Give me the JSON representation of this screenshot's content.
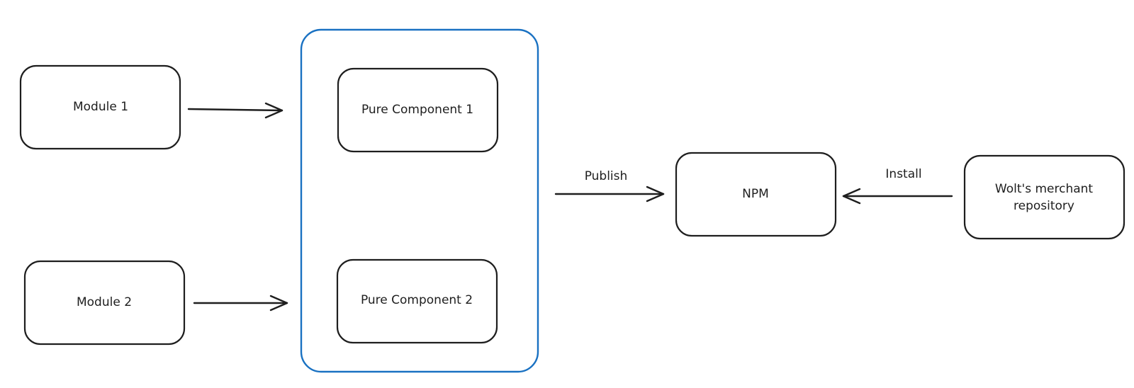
{
  "diagram": {
    "nodes": {
      "module1": {
        "label": "Module 1"
      },
      "module2": {
        "label": "Module 2"
      },
      "pure1": {
        "label": "Pure Component 1"
      },
      "pure2": {
        "label": "Pure Component 2"
      },
      "npm": {
        "label": "NPM"
      },
      "wolt": {
        "label_line1": "Wolt's merchant",
        "label_line2": "repository"
      }
    },
    "edges": {
      "publish": {
        "label": "Publish"
      },
      "install": {
        "label": "Install"
      }
    },
    "colors": {
      "stroke": "#1e1e1e",
      "group_stroke": "#1971c2",
      "background": "#ffffff"
    }
  }
}
